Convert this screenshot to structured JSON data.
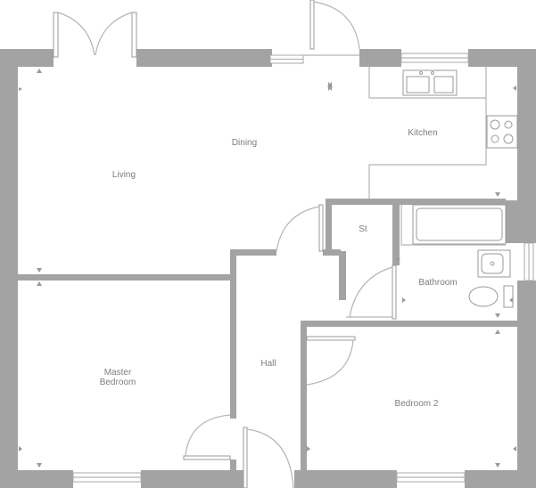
{
  "floor_plan": {
    "rooms": {
      "living": "Living",
      "dining": "Dining",
      "kitchen": "Kitchen",
      "store": "St",
      "bathroom": "Bathroom",
      "master_bedroom_line1": "Master",
      "master_bedroom_line2": "Bedroom",
      "hall": "Hall",
      "bedroom_2": "Bedroom 2"
    }
  }
}
